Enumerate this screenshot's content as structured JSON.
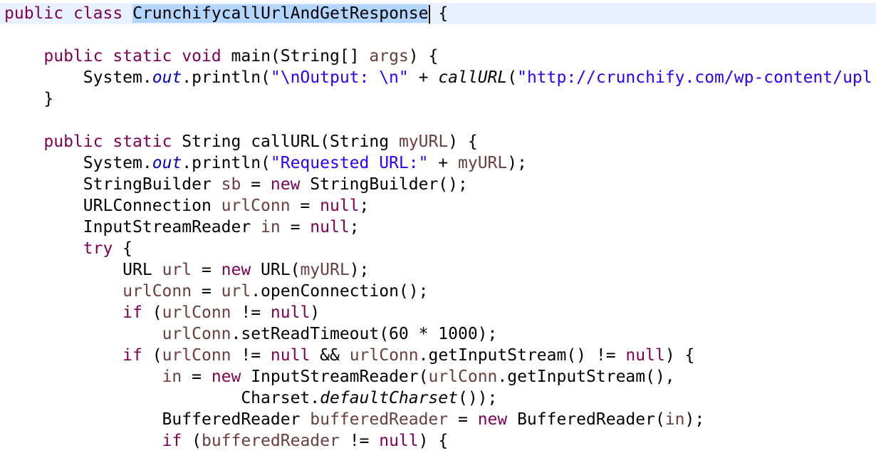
{
  "editor": {
    "lines": [
      [
        {
          "t": "public",
          "c": "kw"
        },
        {
          "t": " "
        },
        {
          "t": "class",
          "c": "kw"
        },
        {
          "t": " "
        },
        {
          "t": "CrunchifycallUrlAndGetResponse",
          "c": "sel"
        },
        {
          "caret": true
        },
        {
          "t": " {"
        }
      ],
      [
        {
          "t": ""
        }
      ],
      [
        {
          "t": "    "
        },
        {
          "t": "public",
          "c": "kw"
        },
        {
          "t": " "
        },
        {
          "t": "static",
          "c": "kw"
        },
        {
          "t": " "
        },
        {
          "t": "void",
          "c": "kw"
        },
        {
          "t": " main(String[] "
        },
        {
          "t": "args",
          "c": "var"
        },
        {
          "t": ") {"
        }
      ],
      [
        {
          "t": "        System."
        },
        {
          "t": "out",
          "c": "fld"
        },
        {
          "t": ".println("
        },
        {
          "t": "\"\\nOutput: \\n\"",
          "c": "str"
        },
        {
          "t": " + "
        },
        {
          "t": "callURL",
          "c": "ital"
        },
        {
          "t": "("
        },
        {
          "t": "\"http://crunchify.com/wp-content/upl",
          "c": "str"
        }
      ],
      [
        {
          "t": "    }"
        }
      ],
      [
        {
          "t": ""
        }
      ],
      [
        {
          "t": "    "
        },
        {
          "t": "public",
          "c": "kw"
        },
        {
          "t": " "
        },
        {
          "t": "static",
          "c": "kw"
        },
        {
          "t": " String callURL(String "
        },
        {
          "t": "myURL",
          "c": "var"
        },
        {
          "t": ") {"
        }
      ],
      [
        {
          "t": "        System."
        },
        {
          "t": "out",
          "c": "fld"
        },
        {
          "t": ".println("
        },
        {
          "t": "\"Requested URL:\"",
          "c": "str"
        },
        {
          "t": " + "
        },
        {
          "t": "myURL",
          "c": "var"
        },
        {
          "t": ");"
        }
      ],
      [
        {
          "t": "        StringBuilder "
        },
        {
          "t": "sb",
          "c": "var"
        },
        {
          "t": " = "
        },
        {
          "t": "new",
          "c": "kw"
        },
        {
          "t": " StringBuilder();"
        }
      ],
      [
        {
          "t": "        URLConnection "
        },
        {
          "t": "urlConn",
          "c": "var"
        },
        {
          "t": " = "
        },
        {
          "t": "null",
          "c": "kw"
        },
        {
          "t": ";"
        }
      ],
      [
        {
          "t": "        InputStreamReader "
        },
        {
          "t": "in",
          "c": "var"
        },
        {
          "t": " = "
        },
        {
          "t": "null",
          "c": "kw"
        },
        {
          "t": ";"
        }
      ],
      [
        {
          "t": "        "
        },
        {
          "t": "try",
          "c": "kw"
        },
        {
          "t": " {"
        }
      ],
      [
        {
          "t": "            URL "
        },
        {
          "t": "url",
          "c": "var"
        },
        {
          "t": " = "
        },
        {
          "t": "new",
          "c": "kw"
        },
        {
          "t": " URL("
        },
        {
          "t": "myURL",
          "c": "var"
        },
        {
          "t": ");"
        }
      ],
      [
        {
          "t": "            "
        },
        {
          "t": "urlConn",
          "c": "var"
        },
        {
          "t": " = "
        },
        {
          "t": "url",
          "c": "var"
        },
        {
          "t": ".openConnection();"
        }
      ],
      [
        {
          "t": "            "
        },
        {
          "t": "if",
          "c": "kw"
        },
        {
          "t": " ("
        },
        {
          "t": "urlConn",
          "c": "var"
        },
        {
          "t": " != "
        },
        {
          "t": "null",
          "c": "kw"
        },
        {
          "t": ")"
        }
      ],
      [
        {
          "t": "                "
        },
        {
          "t": "urlConn",
          "c": "var"
        },
        {
          "t": ".setReadTimeout(60 * 1000);"
        }
      ],
      [
        {
          "t": "            "
        },
        {
          "t": "if",
          "c": "kw"
        },
        {
          "t": " ("
        },
        {
          "t": "urlConn",
          "c": "var"
        },
        {
          "t": " != "
        },
        {
          "t": "null",
          "c": "kw"
        },
        {
          "t": " && "
        },
        {
          "t": "urlConn",
          "c": "var"
        },
        {
          "t": ".getInputStream() != "
        },
        {
          "t": "null",
          "c": "kw"
        },
        {
          "t": ") {"
        }
      ],
      [
        {
          "t": "                "
        },
        {
          "t": "in",
          "c": "var"
        },
        {
          "t": " = "
        },
        {
          "t": "new",
          "c": "kw"
        },
        {
          "t": " InputStreamReader("
        },
        {
          "t": "urlConn",
          "c": "var"
        },
        {
          "t": ".getInputStream(),"
        }
      ],
      [
        {
          "t": "                        Charset."
        },
        {
          "t": "defaultCharset",
          "c": "ital"
        },
        {
          "t": "());"
        }
      ],
      [
        {
          "t": "                BufferedReader "
        },
        {
          "t": "bufferedReader",
          "c": "var"
        },
        {
          "t": " = "
        },
        {
          "t": "new",
          "c": "kw"
        },
        {
          "t": " BufferedReader("
        },
        {
          "t": "in",
          "c": "var"
        },
        {
          "t": ");"
        }
      ],
      [
        {
          "t": "                "
        },
        {
          "t": "if",
          "c": "kw"
        },
        {
          "t": " ("
        },
        {
          "t": "bufferedReader",
          "c": "var"
        },
        {
          "t": " != "
        },
        {
          "t": "null",
          "c": "kw"
        },
        {
          "t": ") {"
        }
      ]
    ]
  },
  "colors": {
    "keyword": "#7f0055",
    "string": "#2a00ff",
    "local_variable": "#6a3e3e",
    "static_field": "#0000c0",
    "selection": "#b3d6ff",
    "current_line": "#e8f2fe",
    "background": "#ffffff"
  }
}
